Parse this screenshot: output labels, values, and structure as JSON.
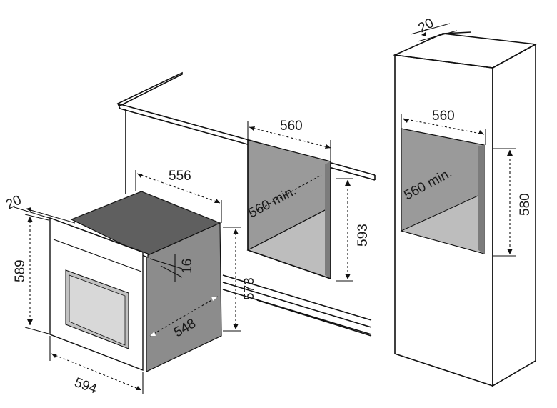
{
  "diagram": {
    "oven": {
      "width": "594",
      "height": "589",
      "depth": "556",
      "side_depth": "548",
      "body_height": "573",
      "front_panel": "20",
      "recess": "16"
    },
    "under_counter_niche": {
      "width": "560",
      "depth": "560 min.",
      "height": "593"
    },
    "column_niche": {
      "top_gap": "20",
      "width": "560",
      "depth": "560 min.",
      "height": "580"
    },
    "colors": {
      "line": "#111111",
      "niche_fill": "#9a9a9a",
      "niche_dark": "#7c7c7c",
      "oven_top": "#5f5f5f",
      "oven_side": "#8c8c8c",
      "window": "#c2c2c2"
    }
  }
}
